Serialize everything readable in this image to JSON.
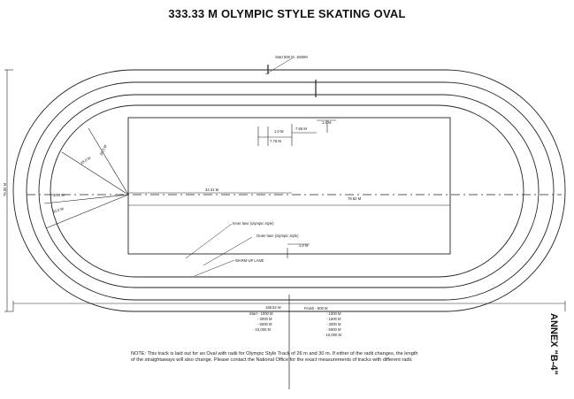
{
  "title": "333.33 M OLYMPIC STYLE SKATING OVAL",
  "annex": "ANNEX \"B-4\"",
  "note_lines": [
    "NOTE: This track is laid out for an Oval with radii for Olympic Style Track of 26 m and 30 m. If either of the radii changes, the length",
    "of the straightaways will also change. Please contact the National Office for the exact measurements of tracks with different radii."
  ],
  "labels": {
    "start": "Start 500 M, 1500M",
    "overall_height": "75.00 M",
    "overall_length": "158.62 M",
    "r26": "26.0 M",
    "r28": "28.0 M",
    "r30": "30.0 M",
    "r32": "32.0 M",
    "straight_inner": "34.31 M",
    "straight_outer": "78.62 M",
    "d_1_0a": "1.0 M",
    "d_7_78": "7.78 M",
    "d_7_65": "7.65 M",
    "d_1_0b": "1.0 M",
    "d_1_0c": "1.0 M",
    "inner_lane": "Inner lane (olympic style)",
    "outer_lane": "Outer lane (olympic style)",
    "warmup": "WARM-UP LANE",
    "start_list_left": [
      "Start - 1000 M",
      "- 3000 M",
      "- 5000 M",
      "- 10,000 M"
    ],
    "finish_list_right": [
      "Finish - 500 M",
      "- 1000 M",
      "- 1500 M",
      "- 3000 M",
      "- 5000 M",
      "- 10,000 M"
    ]
  }
}
